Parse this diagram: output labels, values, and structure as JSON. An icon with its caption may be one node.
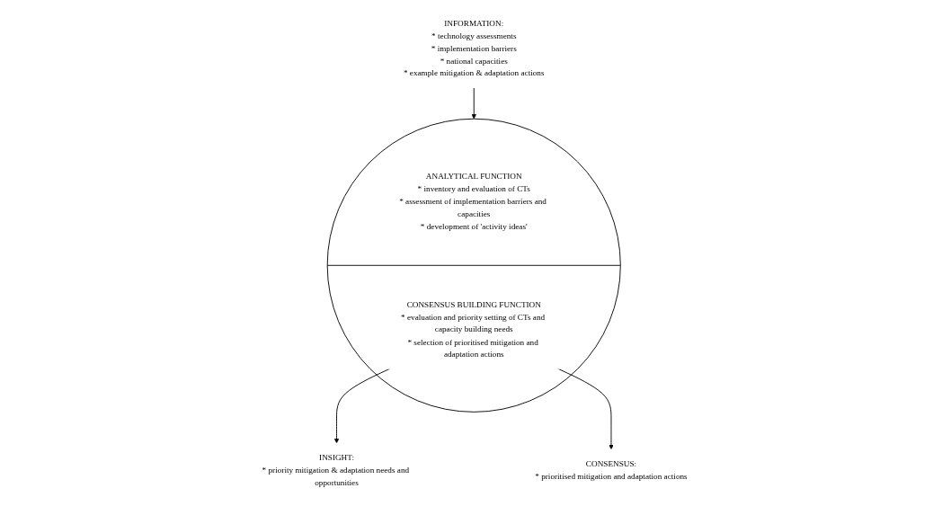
{
  "diagram": {
    "nodes": [
      {
        "text": [
          "INFORMATION:",
          "* technology assessments",
          "* implementation barriers",
          "* national capacities",
          "* example mitigation & adaptation actions"
        ]
      },
      {
        "text": [],
        "shape": "circle"
      },
      {
        "text": [
          "ANALYTICAL FUNCTION",
          "* inventory and evaluation of CTs",
          "* assessment of implementation barriers and capacities",
          "* development of 'activity ideas'"
        ],
        "in": 1
      },
      {
        "text": [
          "CONSENSUS BUILDING FUNCTION",
          "* evaluation and priority setting of CTs and capacity building needs",
          "* selection of prioritised mitigation and adaptation actions"
        ],
        "in": 1
      },
      {
        "text": [
          "INSIGHT:",
          "* priority mitigation & adaptation needs and opportunities"
        ]
      },
      {
        "text": [
          "CONSENSUS:",
          "* prioritised mitigation and adaptation actions"
        ]
      }
    ],
    "edges": [
      {
        "from": 0,
        "to": 1,
        "arrow": "to"
      },
      {
        "from": 3,
        "to": 4,
        "arrow": "to"
      },
      {
        "from": 3,
        "to": 5,
        "arrow": "to"
      }
    ]
  }
}
